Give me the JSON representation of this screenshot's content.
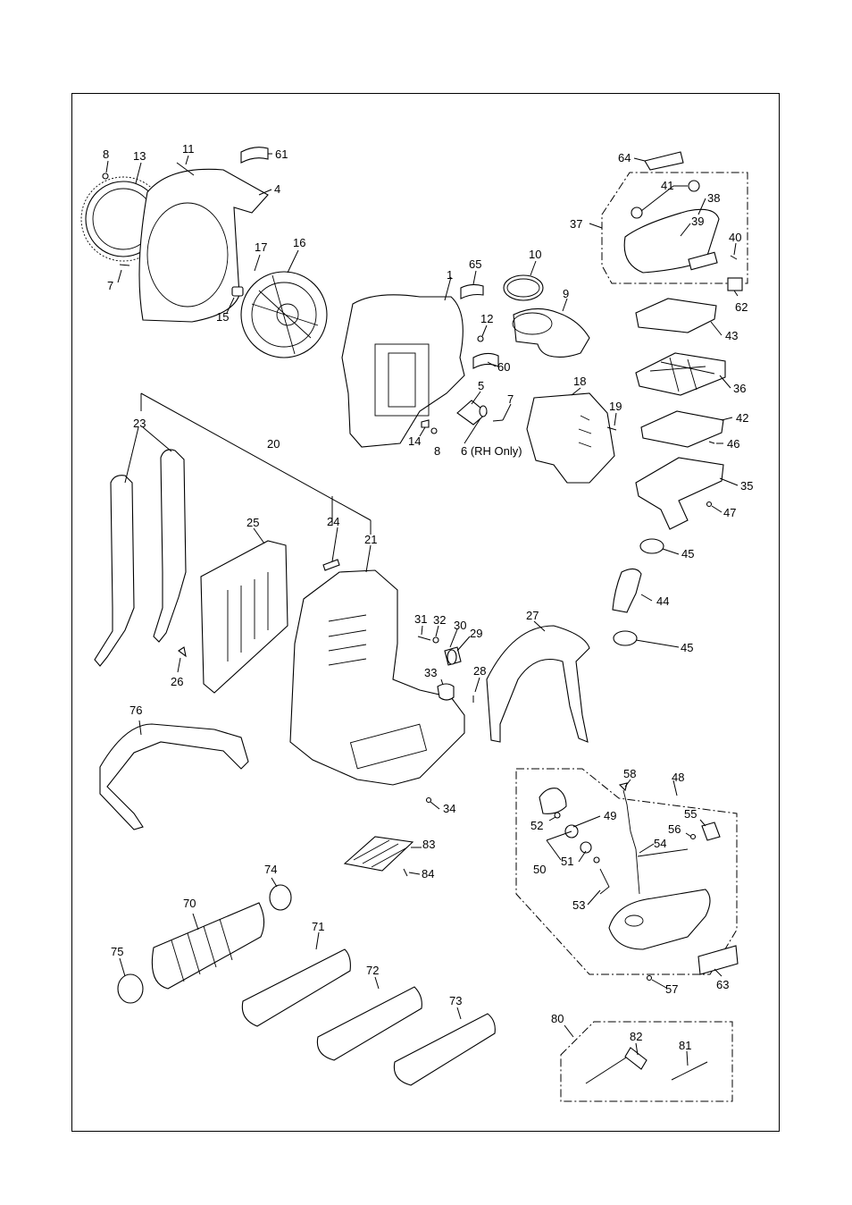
{
  "diagram": {
    "callouts": [
      "8",
      "13",
      "11",
      "61",
      "4",
      "17",
      "16",
      "7",
      "15",
      "65",
      "10",
      "1",
      "9",
      "12",
      "60",
      "5",
      "7",
      "14",
      "8",
      "6 (RH Only)",
      "18",
      "19",
      "64",
      "41",
      "38",
      "37",
      "39",
      "40",
      "62",
      "43",
      "36",
      "42",
      "46",
      "35",
      "47",
      "45",
      "44",
      "45",
      "23",
      "20",
      "24",
      "25",
      "21",
      "26",
      "31",
      "32",
      "30",
      "29",
      "33",
      "28",
      "27",
      "76",
      "34",
      "58",
      "48",
      "55",
      "52",
      "49",
      "56",
      "54",
      "51",
      "50",
      "53",
      "63",
      "57",
      "83",
      "84",
      "74",
      "70",
      "71",
      "75",
      "72",
      "73",
      "80",
      "82",
      "81"
    ]
  }
}
